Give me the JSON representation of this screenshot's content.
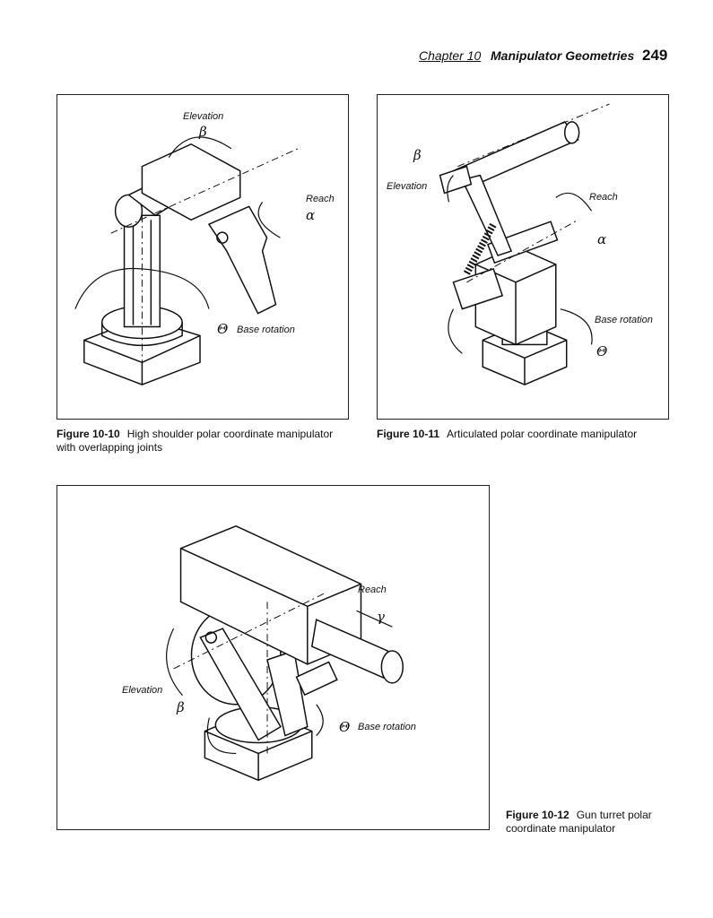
{
  "header": {
    "chapter": "Chapter 10",
    "title": "Manipulator Geometries",
    "page_number": "249"
  },
  "figures": [
    {
      "number": "Figure 10-10",
      "caption_line1": "High shoulder polar coordinate manipulator",
      "caption_line2": "with overlapping joints",
      "labels": {
        "elevation": "Elevation",
        "beta": "β",
        "reach": "Reach",
        "alpha": "α",
        "theta": "Θ",
        "base_rotation": "Base rotation"
      }
    },
    {
      "number": "Figure 10-11",
      "caption_line1": "Articulated polar coordinate manipulator",
      "labels": {
        "beta": "β",
        "elevation": "Elevation",
        "reach": "Reach",
        "alpha": "α",
        "base_rotation": "Base rotation",
        "theta": "Θ"
      }
    },
    {
      "number": "Figure 10-12",
      "caption_line1": "Gun turret polar",
      "caption_line2": "coordinate manipulator",
      "labels": {
        "reach": "Reach",
        "gamma": "γ",
        "elevation": "Elevation",
        "beta": "β",
        "theta": "Θ",
        "base_rotation": "Base rotation"
      }
    }
  ]
}
